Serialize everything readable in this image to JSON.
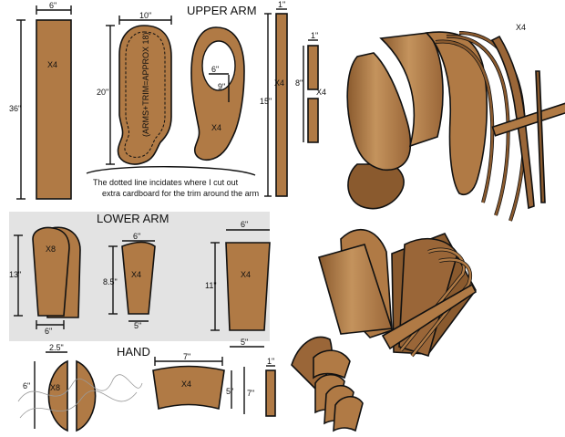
{
  "sections": {
    "upper_arm": "UPPER ARM",
    "lower_arm": "LOWER ARM",
    "hand": "HAND"
  },
  "upper_arm": {
    "strip": {
      "width": "6\"",
      "height": "36\"",
      "qty": "X4"
    },
    "sleeve": {
      "width": "10\"",
      "height": "20\"",
      "inner_note": "(ARMS+TRIM=APPROX 18)"
    },
    "elbow": {
      "hole_w": "6\"",
      "hole_h": "9\"",
      "qty": "X4"
    },
    "tall_strip": {
      "width": "1\"",
      "height": "15\"",
      "qty": "X4"
    },
    "small_strips": {
      "width": "1\"",
      "height": "8\"",
      "qty": "X4"
    },
    "note": [
      "The dotted line incidates where I cut out",
      "extra cardboard for the trim around the arm"
    ]
  },
  "assembled_upper": {
    "qty": "X4"
  },
  "lower_arm": {
    "piece_a": {
      "height": "13\"",
      "width": "6\"",
      "qty": "X8"
    },
    "piece_b": {
      "top": "6\"",
      "height": "8.5\"",
      "bottom": "5\"",
      "qty": "X4"
    },
    "piece_c": {
      "top": "6\"",
      "height": "11\"",
      "bottom": "5\"",
      "qty": "X4"
    }
  },
  "hand": {
    "half_disc": {
      "width": "2.5\"",
      "height": "6\"",
      "qty": "X8"
    },
    "band": {
      "width": "7\"",
      "qty": "X4",
      "h1": "5\"",
      "h2": "7\""
    },
    "strip": {
      "width": "1\""
    }
  },
  "colors": {
    "cardboard": "#b07a45",
    "cardboard_light": "#c4935d",
    "cardboard_dark": "#8a5a2e",
    "panel": "#e3e3e3",
    "outline": "#111111"
  }
}
